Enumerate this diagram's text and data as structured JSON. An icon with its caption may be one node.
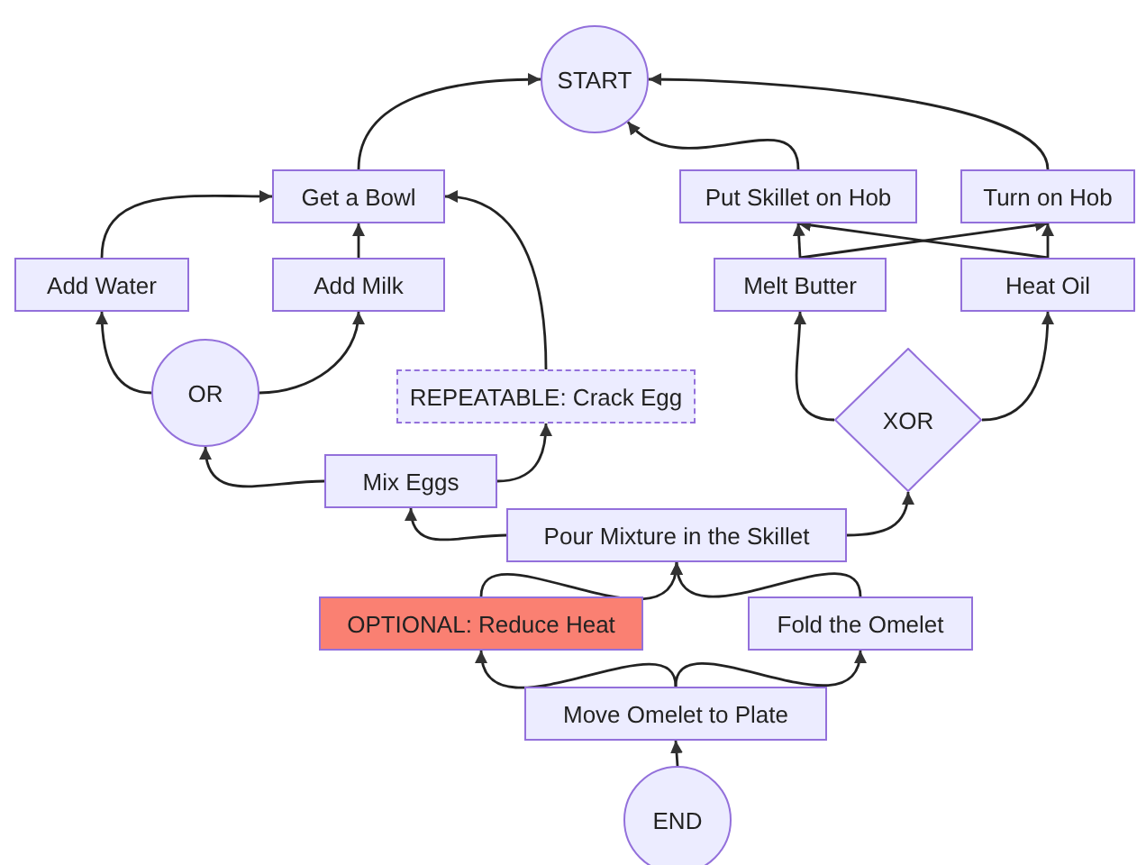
{
  "diagram": {
    "nodes": [
      {
        "text": [
          "START"
        ]
      },
      {
        "text": [
          "Get a Bowl"
        ]
      },
      {
        "text": [
          "Add Water"
        ]
      },
      {
        "text": [
          "Add Milk"
        ]
      },
      {
        "text": [
          "OR"
        ]
      },
      {
        "text": [
          "REPEATABLE: Crack Egg"
        ]
      },
      {
        "text": [
          "Mix Eggs"
        ]
      },
      {
        "text": [
          "Put Skillet on Hob"
        ]
      },
      {
        "text": [
          "Turn on Hob"
        ]
      },
      {
        "text": [
          "Melt Butter"
        ]
      },
      {
        "text": [
          "Heat Oil"
        ]
      },
      {
        "text": [
          "XOR"
        ]
      },
      {
        "text": [
          "Pour Mixture in the Skillet"
        ]
      },
      {
        "text": [
          "OPTIONAL: Reduce Heat"
        ]
      },
      {
        "text": [
          "Fold the Omelet"
        ]
      },
      {
        "text": [
          "Move Omelet to Plate"
        ]
      },
      {
        "text": [
          "END"
        ]
      }
    ],
    "edges": [
      {
        "from": 1,
        "to": 0,
        "arrow": "to"
      },
      {
        "from": 2,
        "to": 1,
        "arrow": "to"
      },
      {
        "from": 3,
        "to": 1,
        "arrow": "to"
      },
      {
        "from": 4,
        "to": 2,
        "arrow": "to"
      },
      {
        "from": 4,
        "to": 3,
        "arrow": "to"
      },
      {
        "from": 6,
        "to": 4,
        "arrow": "to"
      },
      {
        "from": 6,
        "to": 5,
        "arrow": "to"
      },
      {
        "from": 5,
        "to": 1,
        "arrow": "to"
      },
      {
        "from": 7,
        "to": 0,
        "arrow": "to"
      },
      {
        "from": 8,
        "to": 0,
        "arrow": "to"
      },
      {
        "from": 9,
        "to": 7,
        "arrow": "to"
      },
      {
        "from": 9,
        "to": 8,
        "arrow": "to"
      },
      {
        "from": 10,
        "to": 7,
        "arrow": "to"
      },
      {
        "from": 10,
        "to": 8,
        "arrow": "to"
      },
      {
        "from": 11,
        "to": 9,
        "arrow": "to"
      },
      {
        "from": 11,
        "to": 10,
        "arrow": "to"
      },
      {
        "from": 12,
        "to": 6,
        "arrow": "to"
      },
      {
        "from": 12,
        "to": 11,
        "arrow": "to"
      },
      {
        "from": 13,
        "to": 12,
        "arrow": "to"
      },
      {
        "from": 14,
        "to": 12,
        "arrow": "to"
      },
      {
        "from": 15,
        "to": 13,
        "arrow": "to"
      },
      {
        "from": 15,
        "to": 14,
        "arrow": "to"
      },
      {
        "from": 16,
        "to": 15,
        "arrow": "to"
      }
    ]
  }
}
